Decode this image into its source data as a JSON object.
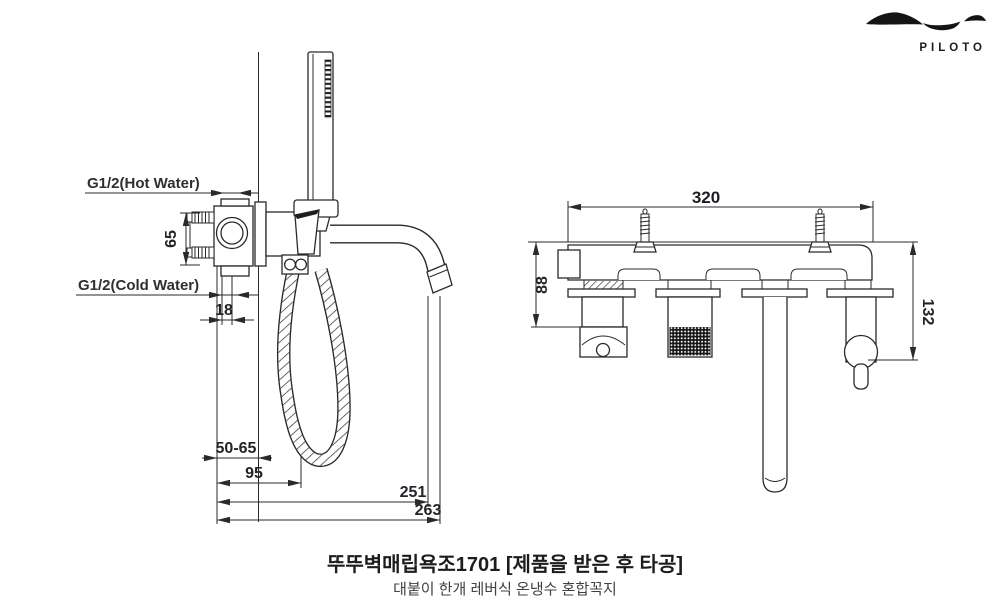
{
  "brand": {
    "name": "PILOTO"
  },
  "caption": {
    "title": "뚜뚜벽매립욕조1701 [제품을 받은 후 타공]",
    "subtitle": "대붙이 한개 레버식 온냉수 혼합꼭지"
  },
  "side_view": {
    "label_hot": "G1/2(Hot Water)",
    "label_cold": "G1/2(Cold Water)",
    "dim_inlet_span": "65",
    "dim_offset": "18",
    "dim_wall_range": "50-65",
    "dim_hose_center": "95",
    "dim_spout_reach": "251",
    "dim_total_reach": "263"
  },
  "front_view": {
    "dim_body_width": "320",
    "dim_holder_drop": "88",
    "dim_handle_drop": "132"
  },
  "colors": {
    "line": "#2a2a2a",
    "dim_text": "#23242a",
    "label_text": "#2e2f33"
  }
}
